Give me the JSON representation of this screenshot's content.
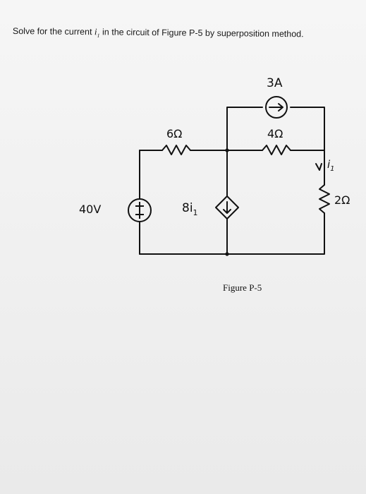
{
  "problem": {
    "prefix": "Solve for the current",
    "var": "i",
    "var_sub": "1",
    "suffix": "in the circuit of Figure P-5 by superposition method."
  },
  "circuit": {
    "current_source": "3A",
    "r1": "6Ω",
    "r2": "4Ω",
    "r3": "2Ω",
    "voltage_source": "40V",
    "dependent_source_var": "8i",
    "dependent_source_sub": "1",
    "current_var": "i",
    "current_sub": "1"
  },
  "caption": "Figure P-5"
}
